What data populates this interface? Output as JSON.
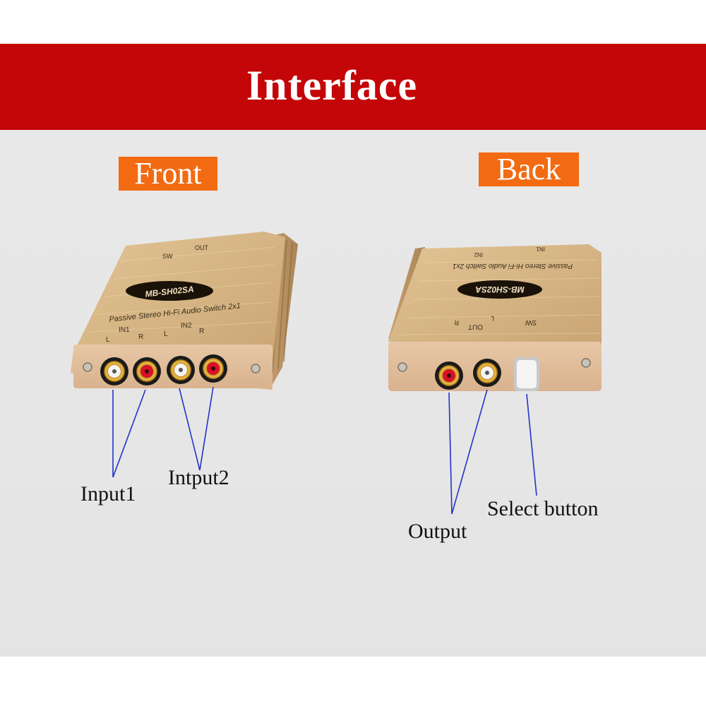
{
  "banner": {
    "title": "Interface"
  },
  "front": {
    "tag": "Front",
    "model": "MB-SH02SA",
    "description": "Passive Stereo Hi-Fi Audio Switch 2x1",
    "labels": {
      "sw": "SW",
      "out": "OUT",
      "in1": "IN1",
      "in2": "IN2",
      "left": "L",
      "right": "R"
    }
  },
  "back": {
    "tag": "Back",
    "model": "MB-SH02SA",
    "description": "Passive Stereo Hi-Fi Audio Switch 2x1",
    "labels": {
      "sw": "SW",
      "out": "OUT",
      "in1": "IN1",
      "in2": "IN2",
      "left": "L",
      "right": "R"
    }
  },
  "callouts": {
    "input1": "Input1",
    "input2": "Intput2",
    "output": "Output",
    "select": "Select button"
  },
  "colors": {
    "banner": "#c40608",
    "tag": "#f26b12",
    "leader_line": "#2233cc",
    "housing": "#d8b88a",
    "jack_white": "#f4f4f4",
    "jack_red": "#d8102a"
  }
}
